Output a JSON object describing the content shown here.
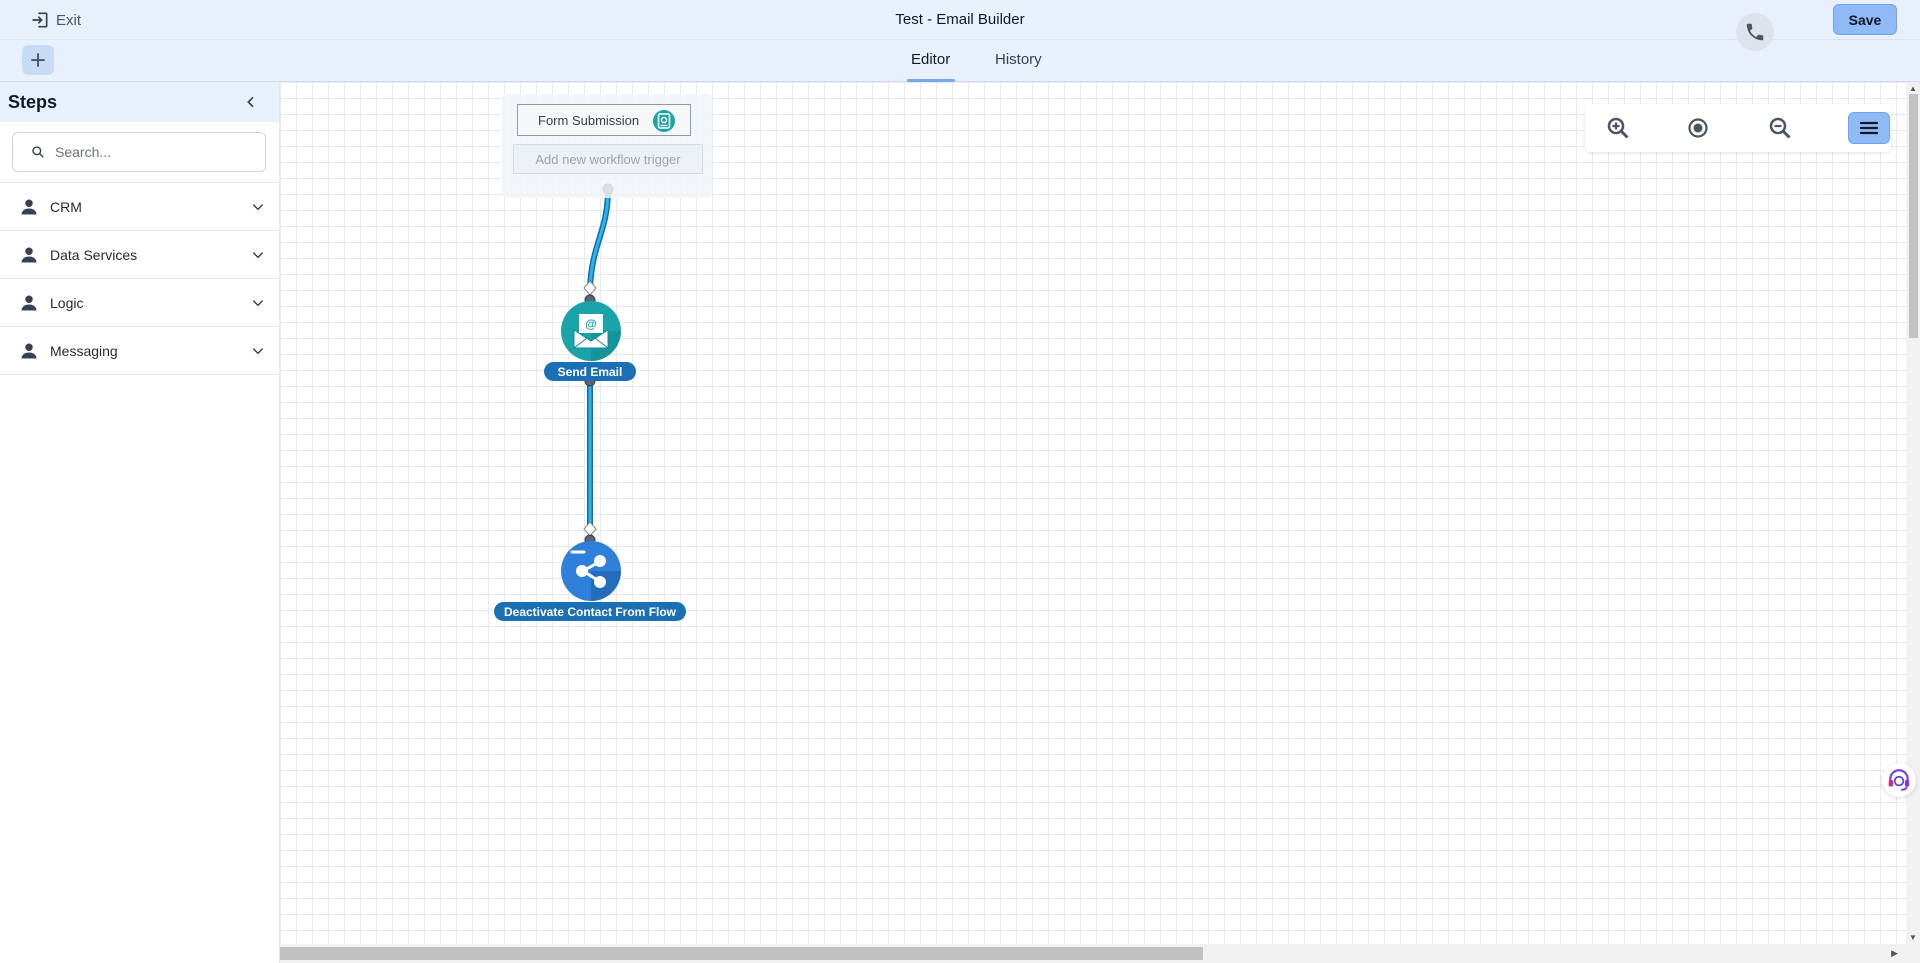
{
  "header": {
    "exit_label": "Exit",
    "title": "Test - Email Builder",
    "save_label": "Save"
  },
  "tabs": [
    {
      "label": "Editor",
      "active": true
    },
    {
      "label": "History",
      "active": false
    }
  ],
  "sidebar": {
    "title": "Steps",
    "search_placeholder": "Search...",
    "categories": [
      {
        "label": "CRM",
        "icon": "person-icon"
      },
      {
        "label": "Data Services",
        "icon": "person-icon"
      },
      {
        "label": "Logic",
        "icon": "person-icon"
      },
      {
        "label": "Messaging",
        "icon": "person-icon"
      }
    ]
  },
  "workflow": {
    "trigger": {
      "label": "Form Submission",
      "icon": "form-icon"
    },
    "add_trigger_label": "Add new workflow trigger",
    "nodes": [
      {
        "label": "Send Email",
        "icon": "email-icon",
        "color": "#1aa3a8"
      },
      {
        "label": "Deactivate Contact From Flow",
        "icon": "share-icon",
        "color": "#2f80d8"
      }
    ]
  },
  "colors": {
    "accent": "#8fbaf5",
    "connector": "#1b9bdb",
    "node_label_bg": "#1b6fb3"
  }
}
